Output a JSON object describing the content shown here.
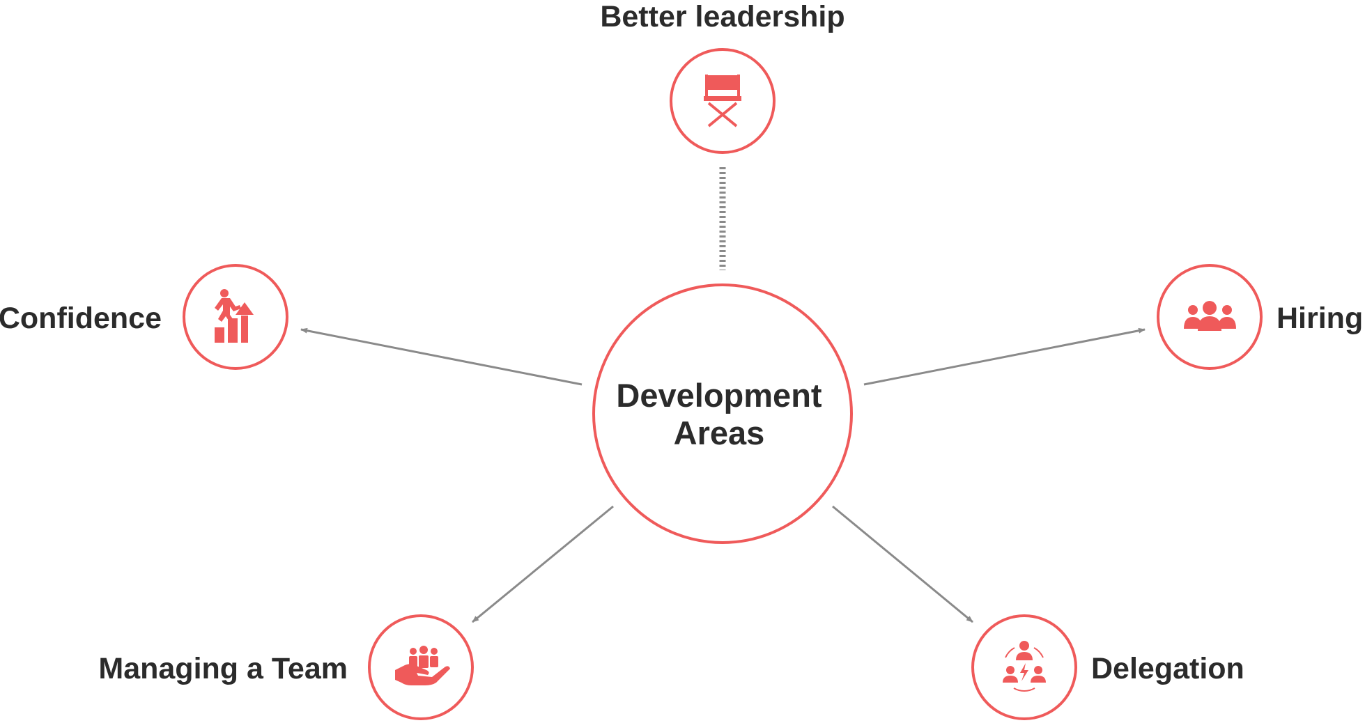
{
  "colors": {
    "accent": "#ef5a5a",
    "connector": "#8a8a8a",
    "text": "#2b2b2b"
  },
  "center": {
    "line1": "Development",
    "line2": "Areas"
  },
  "nodes": {
    "top": {
      "label": "Better leadership",
      "icon": "directors-chair-icon",
      "connector": "dashed"
    },
    "left": {
      "label": "Confidence",
      "icon": "climbing-growth-icon",
      "connector": "arrow"
    },
    "right": {
      "label": "Hiring",
      "icon": "people-group-icon",
      "connector": "arrow"
    },
    "bottom_left": {
      "label": "Managing a Team",
      "icon": "hand-holding-team-icon",
      "connector": "arrow"
    },
    "bottom_right": {
      "label": "Delegation",
      "icon": "team-cycle-icon",
      "connector": "arrow"
    }
  }
}
